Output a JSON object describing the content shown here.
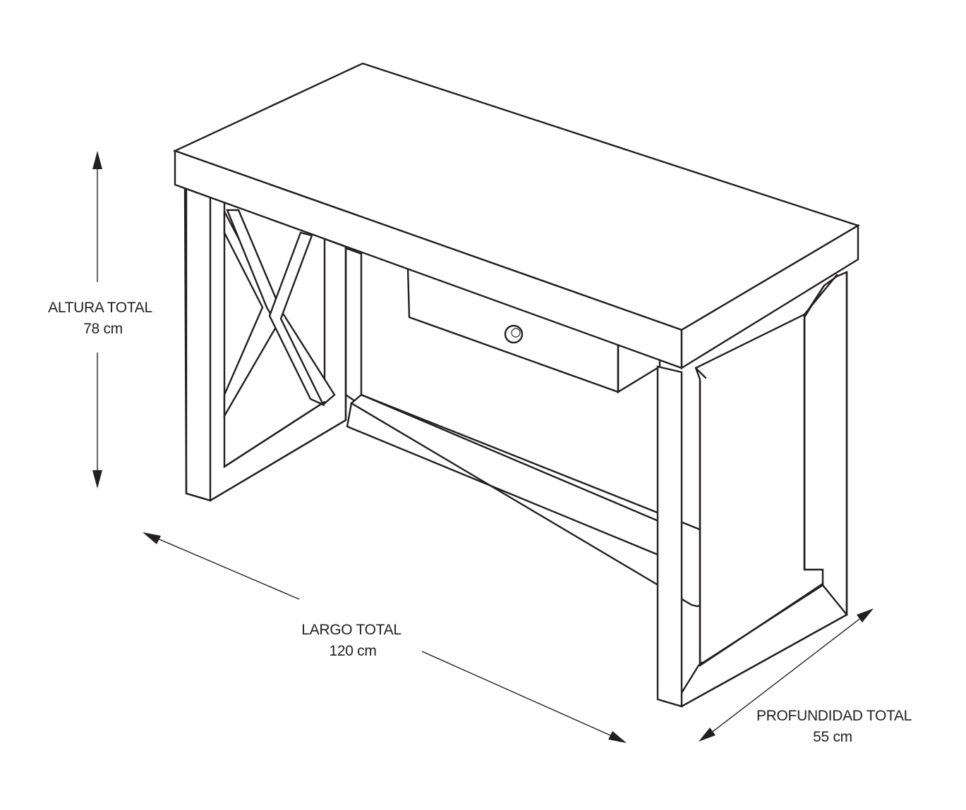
{
  "dimensions": {
    "height": {
      "label": "ALTURA TOTAL",
      "value": "78 cm"
    },
    "length": {
      "label": "LARGO TOTAL",
      "value": "120 cm"
    },
    "depth": {
      "label": "PROFUNDIDAD TOTAL",
      "value": "55 cm"
    }
  },
  "colors": {
    "line": "#231f20",
    "background": "#ffffff"
  }
}
